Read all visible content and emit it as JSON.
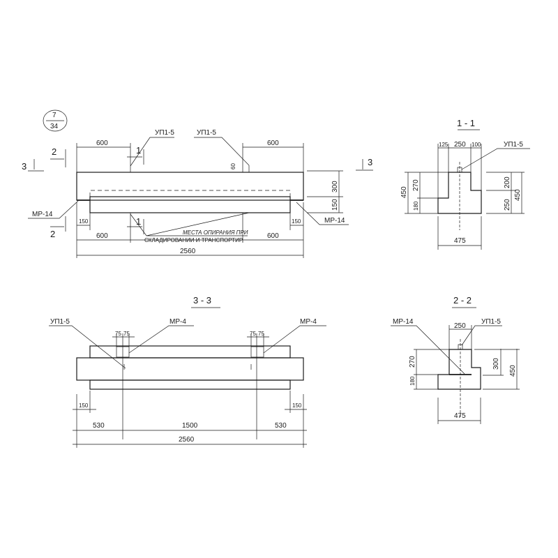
{
  "sheet_ref": {
    "top": "7",
    "bottom": "34"
  },
  "elevation": {
    "dims_top": [
      "600",
      "600"
    ],
    "dims_bottom": [
      "150",
      "150",
      "600",
      "600",
      "2560"
    ],
    "dims_right": [
      "300",
      "150"
    ],
    "dim_lug": "60",
    "labels": {
      "up_left": "УП1-5",
      "up_right": "УП1-5",
      "mr_left": "МР-14",
      "mr_right": "МР-14"
    },
    "section_marks": {
      "s1": "1",
      "s2": "2",
      "s3": "3"
    },
    "note_line1": "МЕСТА ОПИРАНИЯ ПРИ",
    "note_line2": "СКЛАДИРОВАНИИ И ТРАНСПОРТИР."
  },
  "section_1_1": {
    "title": "1 - 1",
    "dims_top": [
      "125",
      "250",
      "100"
    ],
    "dims_left": [
      "450",
      "270",
      "180"
    ],
    "dims_right": [
      "200",
      "250",
      "450"
    ],
    "dim_bottom": "475",
    "label": "УП1-5"
  },
  "section_3_3": {
    "title": "3 - 3",
    "label_up": "УП1-5",
    "label_mr_left": "МР-4",
    "label_mr_right": "МР-4",
    "dims_small": [
      "75",
      "75",
      "75",
      "75"
    ],
    "dims_150": [
      "150",
      "150"
    ],
    "dims_chain": [
      "530",
      "1500",
      "530"
    ],
    "dim_total": "2560"
  },
  "section_2_2": {
    "title": "2 - 2",
    "label_mr": "МР-14",
    "label_up": "УП1-5",
    "dim_top": "250",
    "dims_left": [
      "270",
      "180"
    ],
    "dims_right": [
      "300",
      "450"
    ],
    "dim_bottom": "475"
  }
}
